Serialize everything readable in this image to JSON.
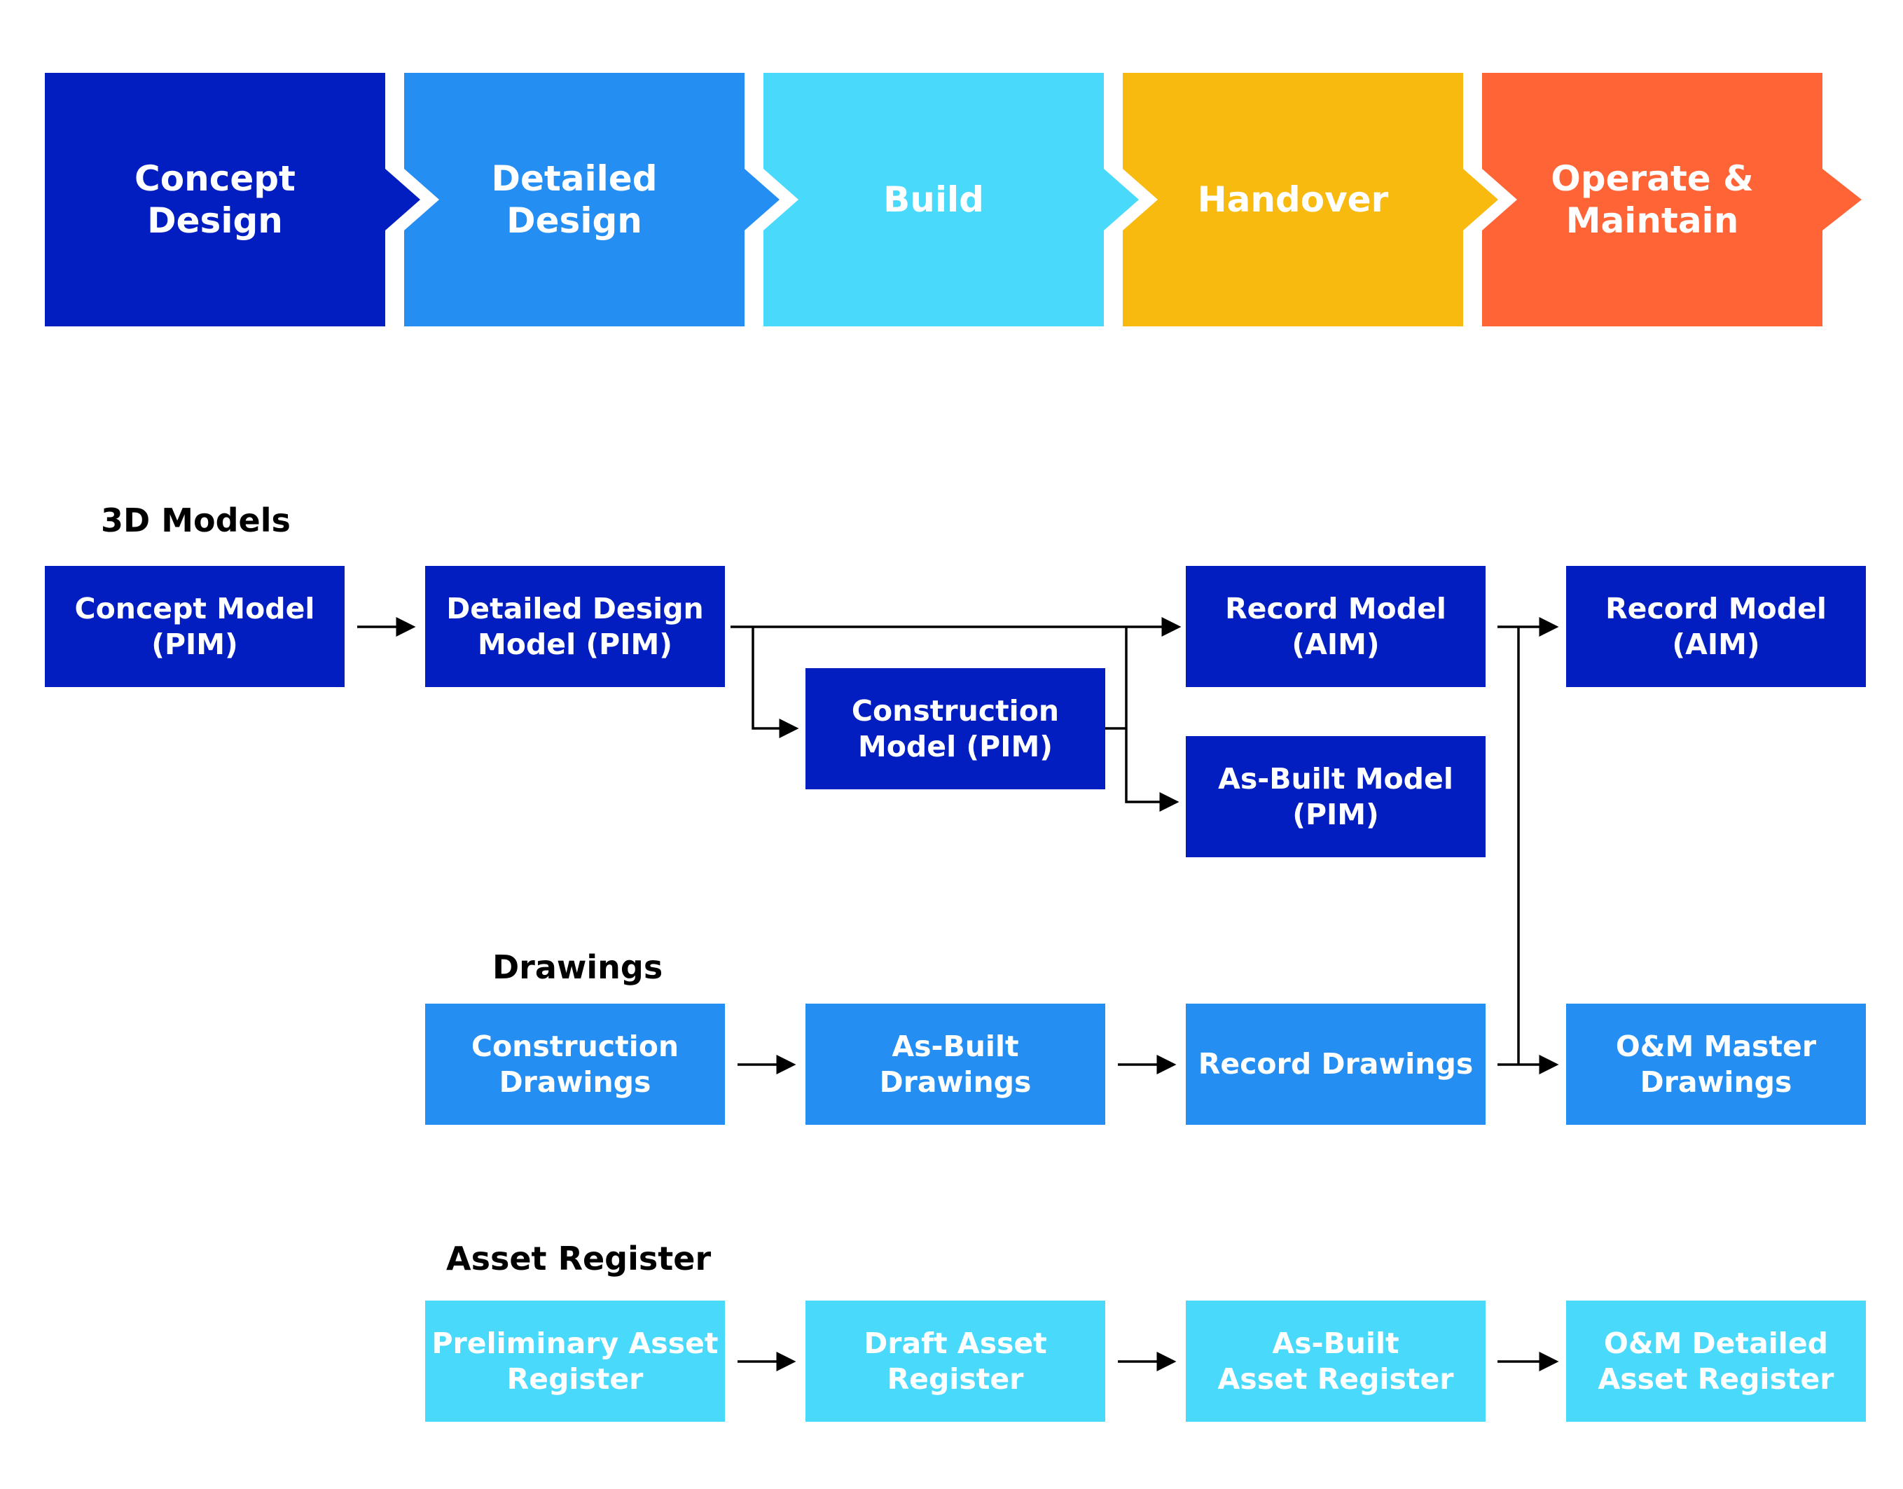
{
  "colors": {
    "concept": "#031EC0",
    "detailed": "#258EF2",
    "build": "#48D9FB",
    "handover": "#F8BA0E",
    "operate": "#FF6437",
    "models": "#031EC0",
    "drawings": "#258EF2",
    "register": "#48D9FB",
    "connector": "#000000"
  },
  "phases": [
    {
      "label": "Concept\nDesign",
      "color_key": "concept"
    },
    {
      "label": "Detailed\nDesign",
      "color_key": "detailed"
    },
    {
      "label": "Build",
      "color_key": "build"
    },
    {
      "label": "Handover",
      "color_key": "handover"
    },
    {
      "label": "Operate &\nMaintain",
      "color_key": "operate"
    }
  ],
  "sections": {
    "models": {
      "title": "3D Models",
      "concept_model": "Concept Model\n(PIM)",
      "detailed_design_model": "Detailed Design\nModel (PIM)",
      "construction_model": "Construction\nModel (PIM)",
      "record_model_handover": "Record Model\n(AIM)",
      "as_built_model": "As-Built Model\n(PIM)",
      "record_model_operate": "Record Model\n(AIM)"
    },
    "drawings": {
      "title": "Drawings",
      "construction_drawings": "Construction\nDrawings",
      "as_built_drawings": "As-Built Drawings",
      "record_drawings": "Record Drawings",
      "om_master_drawings": "O&M Master\nDrawings"
    },
    "register": {
      "title": "Asset Register",
      "preliminary": "Preliminary Asset\nRegister",
      "draft": "Draft Asset\nRegister",
      "as_built": "As-Built\nAsset Register",
      "om_detailed": "O&M Detailed\nAsset Register"
    }
  }
}
